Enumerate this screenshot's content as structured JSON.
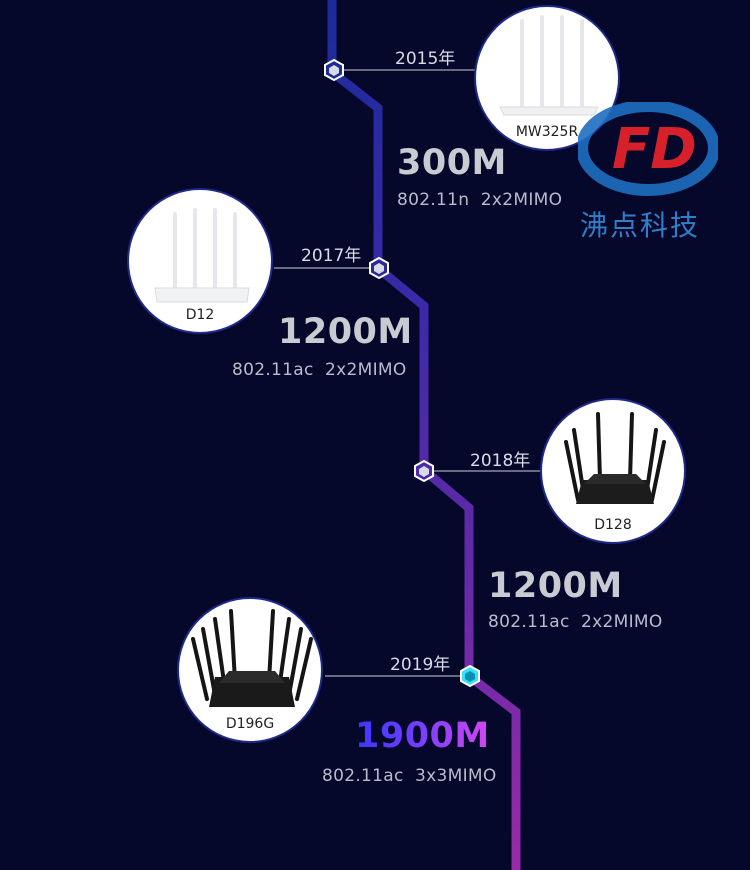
{
  "timeline": [
    {
      "year": "2015年",
      "speed": "300M",
      "spec": "802.11n  2x2MIMO",
      "model": "MW325R",
      "style": "white-4-antenna"
    },
    {
      "year": "2017年",
      "speed": "1200M",
      "spec": "802.11ac  2x2MIMO",
      "model": "D12",
      "style": "white-4-antenna"
    },
    {
      "year": "2018年",
      "speed": "1200M",
      "spec": "802.11ac  2x2MIMO",
      "model": "D128",
      "style": "black-6-antenna"
    },
    {
      "year": "2019年",
      "speed": "1900M",
      "spec": "802.11ac  3x3MIMO",
      "model": "D196G",
      "style": "black-8-antenna"
    }
  ],
  "watermark": {
    "text": "沸点科技",
    "letters": "FD",
    "colors": {
      "blue": "#1e6fc0",
      "red": "#d8202a"
    }
  },
  "colors": {
    "background": "#05082a",
    "line_top": "#1b2b9a",
    "line_bottom": "#8a2aa6",
    "highlight_node": "#36e0ff"
  }
}
